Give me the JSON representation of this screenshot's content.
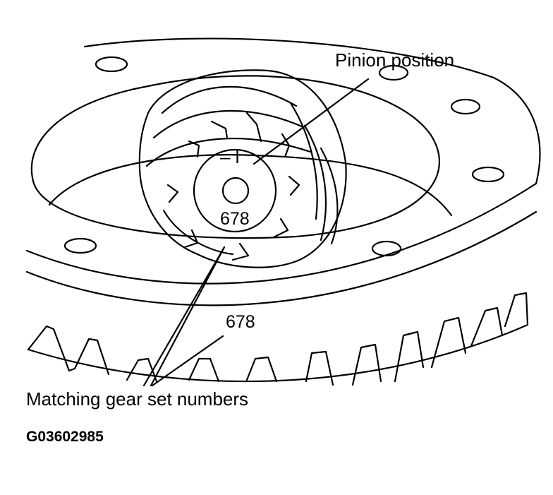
{
  "labels": {
    "pinion_position": "Pinion position",
    "matching_numbers": "Matching gear set numbers",
    "ring_gear_number": "678",
    "pinion_gear_number": "678",
    "pinion_mark": "– l",
    "figure_id": "G03602985"
  },
  "colors": {
    "ink": "#000000",
    "paper": "#ffffff"
  },
  "icons": [
    "ring-gear-illustration",
    "pinion-gear-illustration"
  ]
}
